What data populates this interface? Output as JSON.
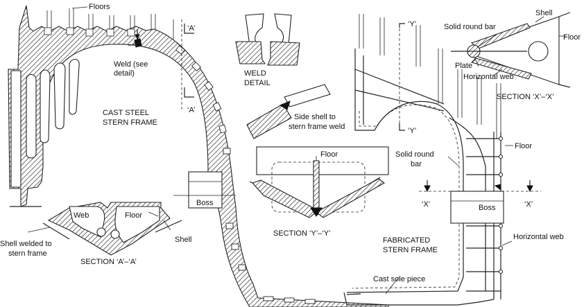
{
  "labels": {
    "floors": "Floors",
    "weld_see_detail_1": "Weld (see",
    "weld_see_detail_2": "detail)",
    "section_a_top": "‘A’",
    "section_a_bottom": "‘A’",
    "cast_steel_1": "CAST STEEL",
    "cast_steel_2": "STERN FRAME",
    "boss_left": "Boss",
    "web": "Web",
    "floor_a": "Floor",
    "shell_welded_1": "Shell welded to",
    "shell_welded_2": "stern frame",
    "shell_a": "Shell",
    "section_aa": "SECTION ‘A’–‘A’",
    "weld_detail_1": "WELD",
    "weld_detail_2": "DETAIL",
    "side_shell_1": "Side shell to",
    "side_shell_2": "stern frame weld",
    "floor_y": "Floor",
    "section_yy": "SECTION ‘Y’–‘Y’",
    "y_top": "‘Y’",
    "y_mid": "‘Y’",
    "solid_round_bar_top": "Solid round bar",
    "shell_x": "Shell",
    "floor_x": "Floor",
    "plate": "Plate",
    "horizontal_web_x": "Horizontal web",
    "section_xx": "SECTION ‘X’–‘X’",
    "solid_round_1": "Solid round",
    "solid_round_2": "bar",
    "floor_fab": "Floor",
    "x_left": "‘X’",
    "x_right": "‘X’",
    "boss_right": "Boss",
    "fabricated_1": "FABRICATED",
    "fabricated_2": "STERN FRAME",
    "horizontal_web_fab": "Horizontal web",
    "cast_sole": "Cast sole piece"
  }
}
